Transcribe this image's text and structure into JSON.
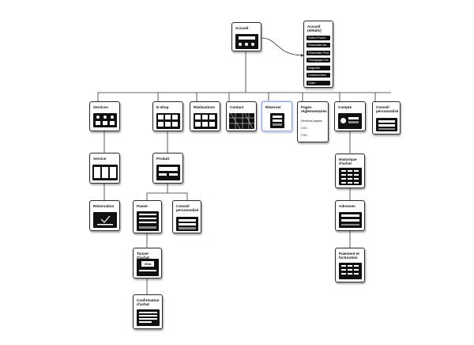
{
  "diagram": {
    "accueil": {
      "title": "Accueil"
    },
    "details": {
      "title": "Accueil (détails)",
      "items": [
        "Section Produit...",
        "Présentation ate...",
        "Présentation Prod...",
        "Témoignages Clie...",
        "Diagnostic",
        "Fonctionnement",
        "Footer"
      ]
    },
    "services": {
      "title": "Services"
    },
    "eshop": {
      "title": "E-shop"
    },
    "realisations": {
      "title": "Réalisations"
    },
    "contact": {
      "title": "Contact"
    },
    "reserver": {
      "title": "Réserver"
    },
    "pages_reg": {
      "title": "Pages réglementaires",
      "items": [
        "Mentions légales",
        "CGV",
        "CGU"
      ]
    },
    "compte": {
      "title": "Compte"
    },
    "conseil_top": {
      "title": "Conseil personnalisé"
    },
    "service": {
      "title": "Service"
    },
    "reservation": {
      "title": "Réservation"
    },
    "produit": {
      "title": "Produit"
    },
    "panier": {
      "title": "Panier"
    },
    "conseil_mid": {
      "title": "Conseil personnalisé"
    },
    "tunnel": {
      "title": "Tunnel d'achat",
      "visa": "VISA"
    },
    "confirmation": {
      "title": "Confirmation d'achat"
    },
    "historique": {
      "title": "Historique d'achat"
    },
    "adresses": {
      "title": "Adresses"
    },
    "paiement": {
      "title": "Paiement et facturation"
    }
  },
  "colors": {
    "line": "#333333",
    "highlight": "#8fa7ff",
    "screen": "#111111"
  }
}
